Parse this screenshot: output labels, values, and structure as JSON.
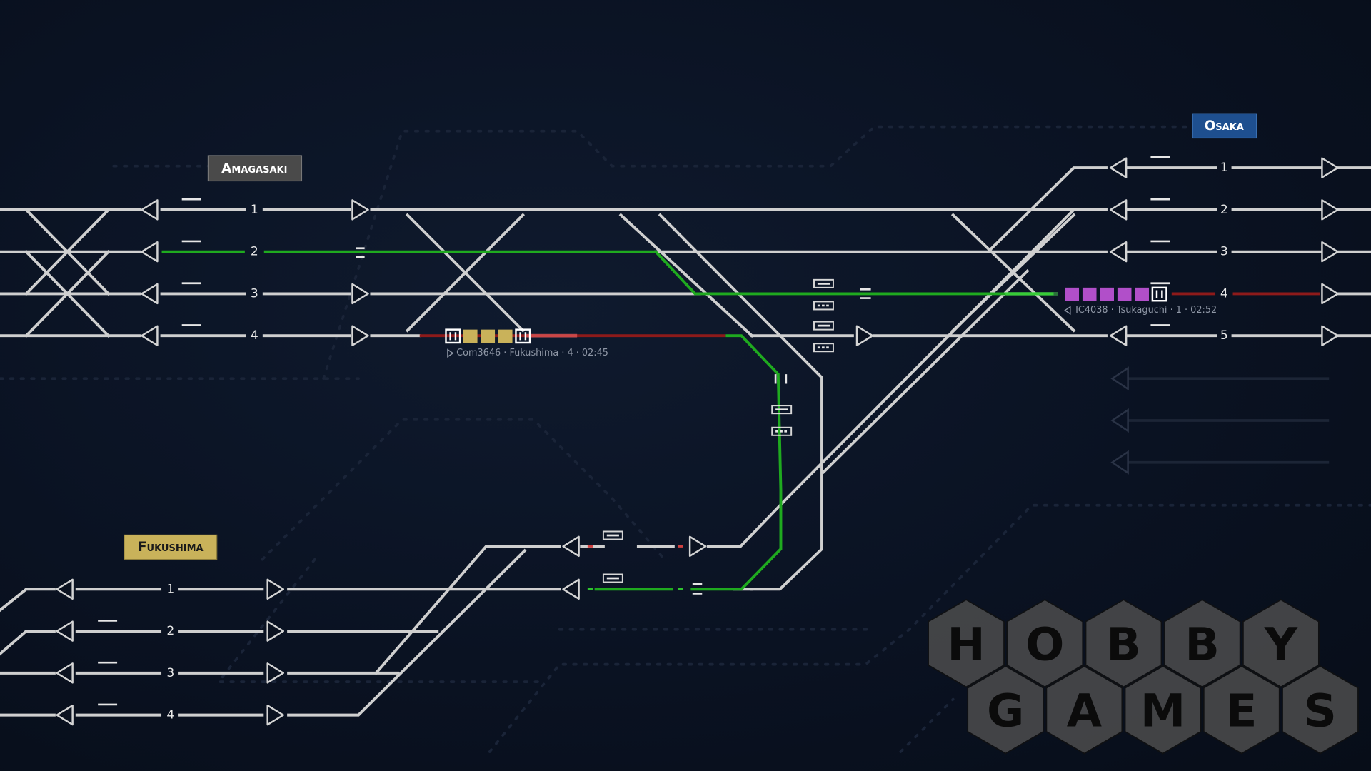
{
  "stations": {
    "amagasaki": {
      "name": "Amagasaki",
      "color": "#4a4a4a",
      "text_color": "#ffffff",
      "platforms": [
        "1",
        "2",
        "3",
        "4"
      ]
    },
    "osaka": {
      "name": "Osaka",
      "color": "#1e4f8f",
      "text_color": "#ffffff",
      "platforms": [
        "1",
        "2",
        "3",
        "4",
        "5"
      ]
    },
    "fukushima": {
      "name": "Fukushima",
      "color": "#c9b25a",
      "text_color": "#1a1a1a",
      "platforms": [
        "1",
        "2",
        "3",
        "4"
      ]
    }
  },
  "trains": [
    {
      "id": "Com3646",
      "info": "Com3646 · Fukushima · 4 · 02:45",
      "direction": "right",
      "color": "#c9b25a"
    },
    {
      "id": "IC4038",
      "info": "IC4038 · Tsukaguchi · 1 · 02:52",
      "direction": "left",
      "color": "#b14fc9"
    }
  ],
  "colors": {
    "track": "#cfcfcf",
    "route_set": "#1faa1f",
    "occupied": "#8e1a1a"
  },
  "watermark": {
    "row1": [
      "H",
      "O",
      "B",
      "B",
      "Y"
    ],
    "row2": [
      "G",
      "A",
      "M",
      "E",
      "S"
    ]
  }
}
